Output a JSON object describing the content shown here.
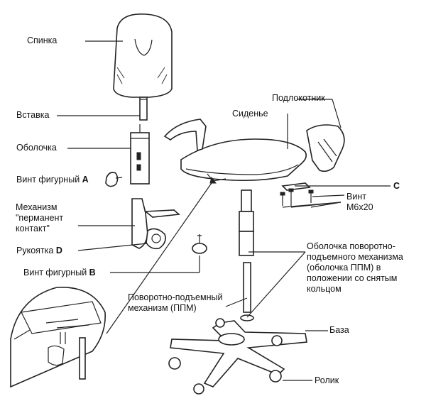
{
  "labels": {
    "spinka": "Спинка",
    "vstavka": "Вставка",
    "obolochka": "Оболочка",
    "vint_figurny_a_text": "Винт фигурный",
    "vint_figurny_a_letter": "A",
    "mekhanizm": "Механизм\n\"перманент\nконтакт\"",
    "rukoyatka_text": "Рукоятка",
    "rukoyatka_letter": "D",
    "vint_figurny_b_text": "Винт фигурный",
    "vint_figurny_b_letter": "B",
    "podlokotnik": "Подлокотник",
    "sidenye": "Сиденье",
    "c_letter": "C",
    "vint_m6": "Винт\nМ6х20",
    "obolochka_ppm": "Оболочка поворотно-\nподъемного механизма\n(оболочка ППМ) в\nположении со снятым\nкольцом",
    "ppm": "Поворотно-подъемный\nмеханизм (ППМ)",
    "baza": "База",
    "rolik": "Ролик"
  }
}
